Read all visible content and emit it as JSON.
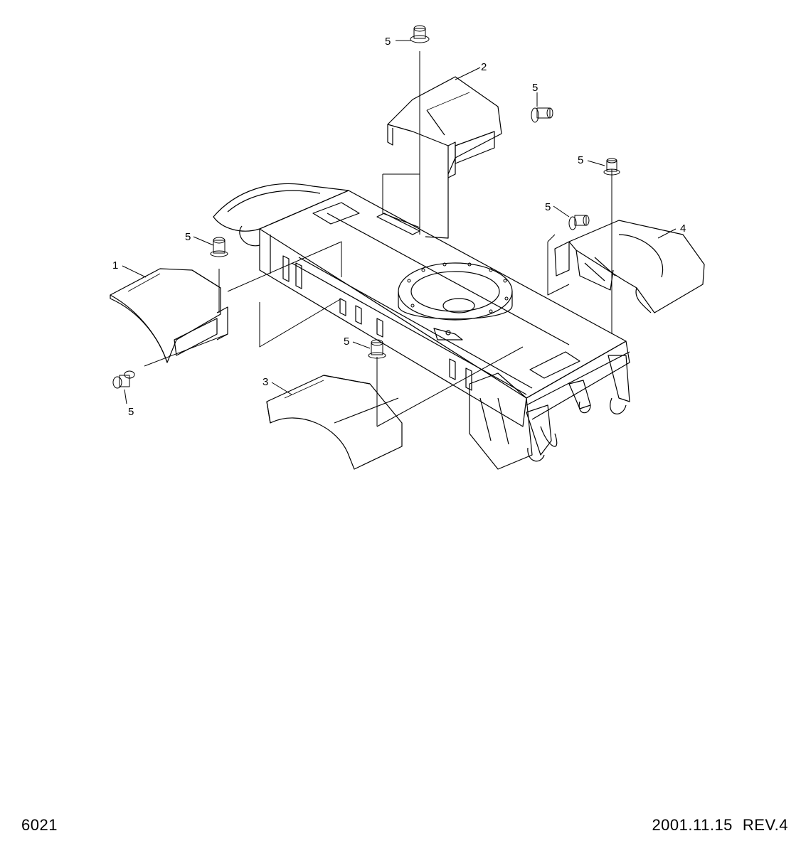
{
  "diagram": {
    "callouts": [
      {
        "id": "1",
        "label": "1"
      },
      {
        "id": "2",
        "label": "2"
      },
      {
        "id": "3",
        "label": "3"
      },
      {
        "id": "4",
        "label": "4"
      },
      {
        "id": "5a",
        "label": "5"
      },
      {
        "id": "5b",
        "label": "5"
      },
      {
        "id": "5c",
        "label": "5"
      },
      {
        "id": "5d",
        "label": "5"
      },
      {
        "id": "5e",
        "label": "5"
      },
      {
        "id": "5f",
        "label": "5"
      },
      {
        "id": "5g",
        "label": "5"
      }
    ]
  },
  "footer": {
    "page_number": "6021",
    "date": "2001.11.15",
    "revision": "REV.4"
  }
}
